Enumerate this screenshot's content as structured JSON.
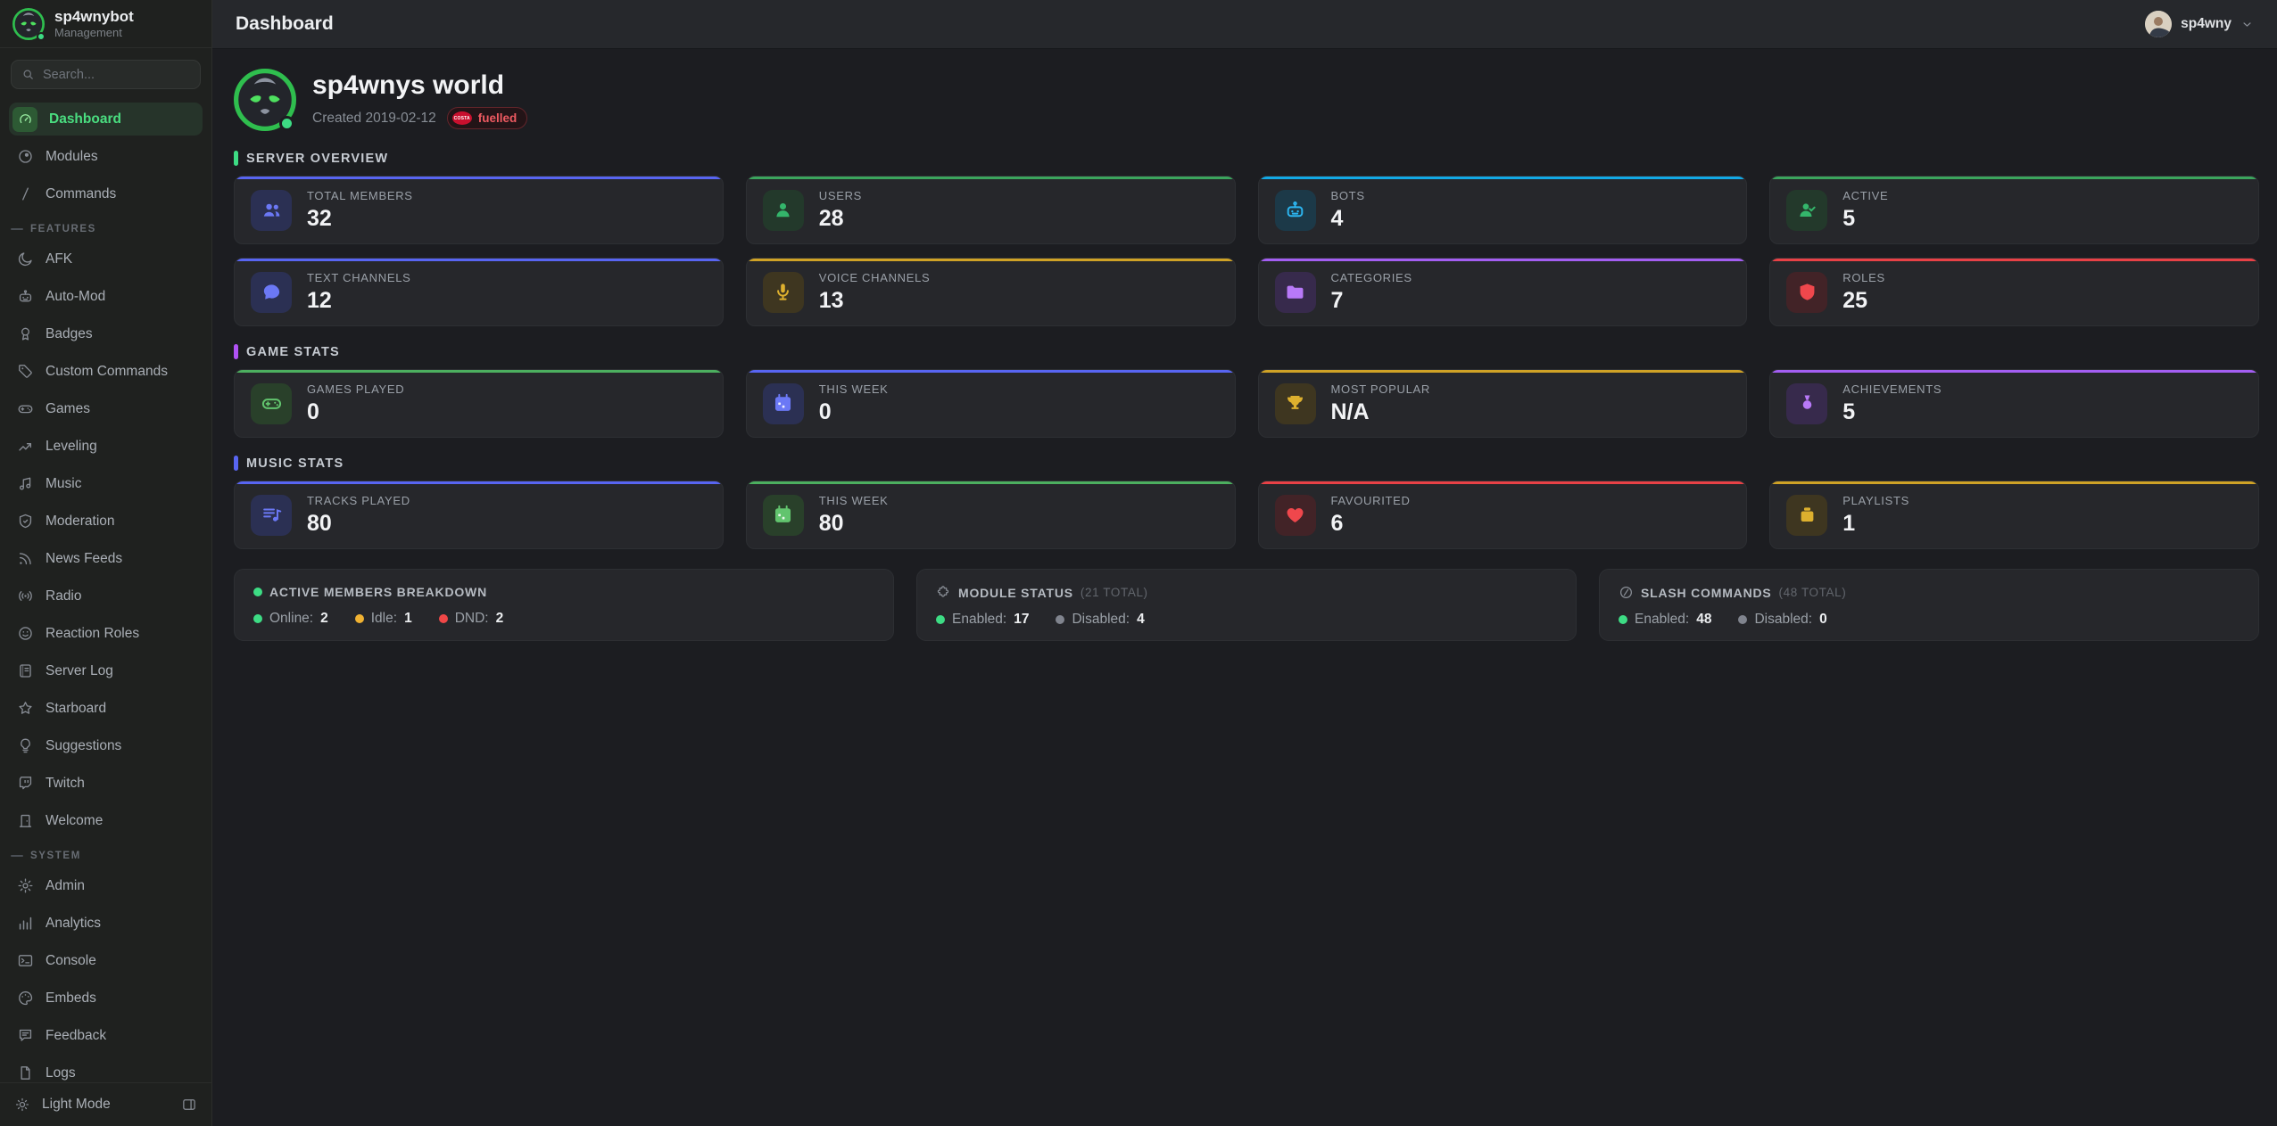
{
  "brand": {
    "name": "sp4wnybot",
    "subtitle": "Management"
  },
  "search": {
    "placeholder": "Search..."
  },
  "topbar": {
    "title": "Dashboard",
    "username": "sp4wny"
  },
  "sidebar": {
    "main": [
      {
        "label": "Dashboard",
        "icon": "gauge-icon",
        "active": true
      },
      {
        "label": "Modules",
        "icon": "modules-icon"
      },
      {
        "label": "Commands",
        "icon": "slash-icon"
      }
    ],
    "features_title": "FEATURES",
    "features": [
      {
        "label": "AFK",
        "icon": "moon-icon"
      },
      {
        "label": "Auto-Mod",
        "icon": "robot-icon"
      },
      {
        "label": "Badges",
        "icon": "award-icon"
      },
      {
        "label": "Custom Commands",
        "icon": "tag-icon"
      },
      {
        "label": "Games",
        "icon": "gamepad-icon"
      },
      {
        "label": "Leveling",
        "icon": "trend-up-icon"
      },
      {
        "label": "Music",
        "icon": "music-note-icon"
      },
      {
        "label": "Moderation",
        "icon": "shield-check-icon"
      },
      {
        "label": "News Feeds",
        "icon": "rss-icon"
      },
      {
        "label": "Radio",
        "icon": "broadcast-icon"
      },
      {
        "label": "Reaction Roles",
        "icon": "smiley-icon"
      },
      {
        "label": "Server Log",
        "icon": "journal-icon"
      },
      {
        "label": "Starboard",
        "icon": "star-icon"
      },
      {
        "label": "Suggestions",
        "icon": "lightbulb-icon"
      },
      {
        "label": "Twitch",
        "icon": "twitch-icon"
      },
      {
        "label": "Welcome",
        "icon": "door-icon"
      }
    ],
    "system_title": "SYSTEM",
    "system": [
      {
        "label": "Admin",
        "icon": "gear-icon"
      },
      {
        "label": "Analytics",
        "icon": "bar-chart-icon"
      },
      {
        "label": "Console",
        "icon": "terminal-icon"
      },
      {
        "label": "Embeds",
        "icon": "palette-icon"
      },
      {
        "label": "Feedback",
        "icon": "comment-icon"
      },
      {
        "label": "Logs",
        "icon": "file-icon"
      }
    ],
    "footer": {
      "label": "Light Mode",
      "icon": "sun-icon"
    }
  },
  "server": {
    "name": "sp4wnys world",
    "created": "Created 2019-02-12",
    "badge": {
      "logo": "COSTA",
      "label": "fuelled"
    }
  },
  "stats_sections": {
    "overview": {
      "title": "SERVER OVERVIEW",
      "accent": "#3ddc84",
      "cards": [
        {
          "label": "TOTAL MEMBERS",
          "value": "32",
          "accent": "#5865f2",
          "tile": "#2b3053",
          "icon_color": "#6b78f5",
          "icon": "users-icon"
        },
        {
          "label": "USERS",
          "value": "28",
          "accent": "#3ba55d",
          "tile": "#23392b",
          "icon_color": "#34b56b",
          "icon": "user-icon"
        },
        {
          "label": "BOTS",
          "value": "4",
          "accent": "#12a9e6",
          "tile": "#1c3948",
          "icon_color": "#2cb5f0",
          "icon": "robot-icon"
        },
        {
          "label": "ACTIVE",
          "value": "5",
          "accent": "#3ba55d",
          "tile": "#23392b",
          "icon_color": "#34b56b",
          "icon": "user-check-icon"
        },
        {
          "label": "TEXT CHANNELS",
          "value": "12",
          "accent": "#5865f2",
          "tile": "#2b3053",
          "icon_color": "#6b78f5",
          "icon": "chat-bubble-icon"
        },
        {
          "label": "VOICE CHANNELS",
          "value": "13",
          "accent": "#cfa226",
          "tile": "#3e3620",
          "icon_color": "#ddb02e",
          "icon": "microphone-icon"
        },
        {
          "label": "CATEGORIES",
          "value": "7",
          "accent": "#a35ef2",
          "tile": "#372a4c",
          "icon_color": "#b879f8",
          "icon": "folder-icon"
        },
        {
          "label": "ROLES",
          "value": "25",
          "accent": "#e84146",
          "tile": "#422327",
          "icon_color": "#ef474c",
          "icon": "shield-icon"
        }
      ]
    },
    "game": {
      "title": "GAME STATS",
      "accent": "#b052f5",
      "cards": [
        {
          "label": "GAMES PLAYED",
          "value": "0",
          "accent": "#4caf5f",
          "tile": "#29402a",
          "icon_color": "#62c46e",
          "icon": "gamepad-icon"
        },
        {
          "label": "THIS WEEK",
          "value": "0",
          "accent": "#5865f2",
          "tile": "#2b3053",
          "icon_color": "#6b78f5",
          "icon": "calendar-icon"
        },
        {
          "label": "MOST POPULAR",
          "value": "N/A",
          "accent": "#cfa226",
          "tile": "#3e3620",
          "icon_color": "#ddb02e",
          "icon": "trophy-icon"
        },
        {
          "label": "ACHIEVEMENTS",
          "value": "5",
          "accent": "#a35ef2",
          "tile": "#372a4c",
          "icon_color": "#b879f8",
          "icon": "medal-icon"
        }
      ]
    },
    "music": {
      "title": "MUSIC STATS",
      "accent": "#5865f2",
      "cards": [
        {
          "label": "TRACKS PLAYED",
          "value": "80",
          "accent": "#5865f2",
          "tile": "#2b3053",
          "icon_color": "#6b78f5",
          "icon": "playlist-icon"
        },
        {
          "label": "THIS WEEK",
          "value": "80",
          "accent": "#4caf5f",
          "tile": "#29402a",
          "icon_color": "#62c46e",
          "icon": "calendar-icon"
        },
        {
          "label": "FAVOURITED",
          "value": "6",
          "accent": "#e84146",
          "tile": "#422327",
          "icon_color": "#ef474c",
          "icon": "heart-icon"
        },
        {
          "label": "PLAYLISTS",
          "value": "1",
          "accent": "#cfa226",
          "tile": "#3e3620",
          "icon_color": "#ddb02e",
          "icon": "box-icon"
        }
      ]
    }
  },
  "summary": [
    {
      "title": "ACTIVE MEMBERS BREAKDOWN",
      "title_dot": "#3ddc84",
      "stats": [
        {
          "label": "Online:",
          "value": "2",
          "dot": "#3ddc84"
        },
        {
          "label": "Idle:",
          "value": "1",
          "dot": "#f0b232"
        },
        {
          "label": "DND:",
          "value": "2",
          "dot": "#f04747"
        }
      ]
    },
    {
      "title": "MODULE STATUS",
      "total": "(21 TOTAL)",
      "icon": "puzzle-icon",
      "stats": [
        {
          "label": "Enabled:",
          "value": "17",
          "dot": "#3ddc84"
        },
        {
          "label": "Disabled:",
          "value": "4",
          "dot": "#80848e"
        }
      ]
    },
    {
      "title": "SLASH COMMANDS",
      "total": "(48 TOTAL)",
      "icon": "slash-circle-icon",
      "stats": [
        {
          "label": "Enabled:",
          "value": "48",
          "dot": "#3ddc84"
        },
        {
          "label": "Disabled:",
          "value": "0",
          "dot": "#80848e"
        }
      ]
    }
  ]
}
